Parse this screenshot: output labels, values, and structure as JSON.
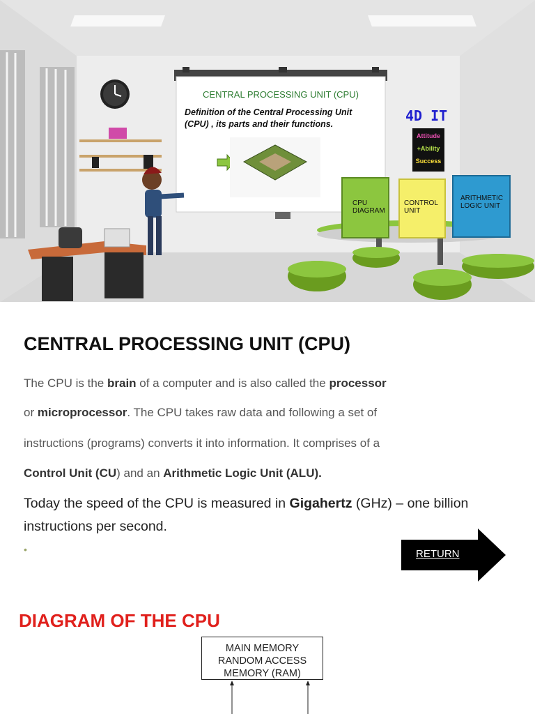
{
  "scene": {
    "board": {
      "title": "CENTRAL PROCESSING UNIT (CPU)",
      "definition": "Definition of the Central Processing Unit (CPU) , its parts and their functions."
    },
    "brand": {
      "title": "4D IT",
      "badge_lines": [
        "Attitude",
        "+Ability",
        "Success"
      ]
    },
    "books": [
      {
        "label": "CPU DIAGRAM",
        "color": "#8cc63f"
      },
      {
        "label": "CONTROL UNIT",
        "color": "#f5ef6a"
      },
      {
        "label": "ARITHMETIC LOGIC UNIT",
        "color": "#2e9ad0"
      }
    ]
  },
  "slide": {
    "title": "CENTRAL PROCESSING UNIT (CPU)",
    "p1": {
      "a": "The CPU is the ",
      "brain": "brain",
      "b": " of a computer and is also called the ",
      "processor": "processor"
    },
    "p2": {
      "a": "or  ",
      "microprocessor": "microprocessor",
      "b": ". The CPU takes raw data and following a set of"
    },
    "p3": "instructions (programs) converts it into information. It comprises of a",
    "p4": {
      "cu": "Control Unit (CU",
      "a": ") and an ",
      "alu": "Arithmetic Logic Unit (ALU)."
    },
    "p5": {
      "a": "Today the speed of the CPU is measured in ",
      "ghz": "Gigahertz",
      "b": " (GHz) – one billion instructions per second."
    },
    "bullet": "•",
    "return_label": "RETURN"
  },
  "diagram": {
    "title": "DIAGRAM OF THE CPU",
    "memory_lines": [
      "MAIN MEMORY",
      "RANDOM ACCESS",
      "MEMORY (RAM)"
    ]
  },
  "colors": {
    "accent_red": "#e0201c",
    "board_title_green": "#2e7d32",
    "brand_blue": "#1f1fcf"
  }
}
